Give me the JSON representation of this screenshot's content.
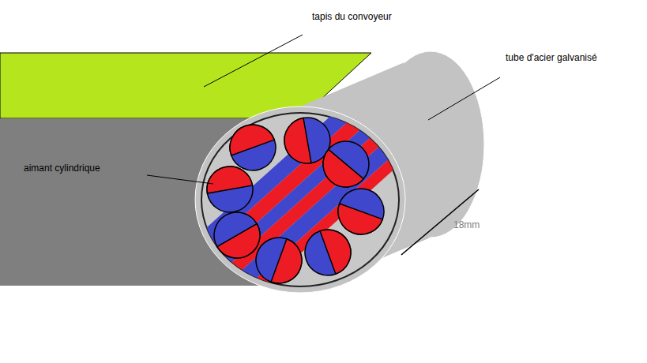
{
  "diagram": {
    "labels": [
      "tapis du convoyeur",
      "tube d'acier galvanisé",
      "aimant cylindrique",
      "18mm"
    ]
  }
}
